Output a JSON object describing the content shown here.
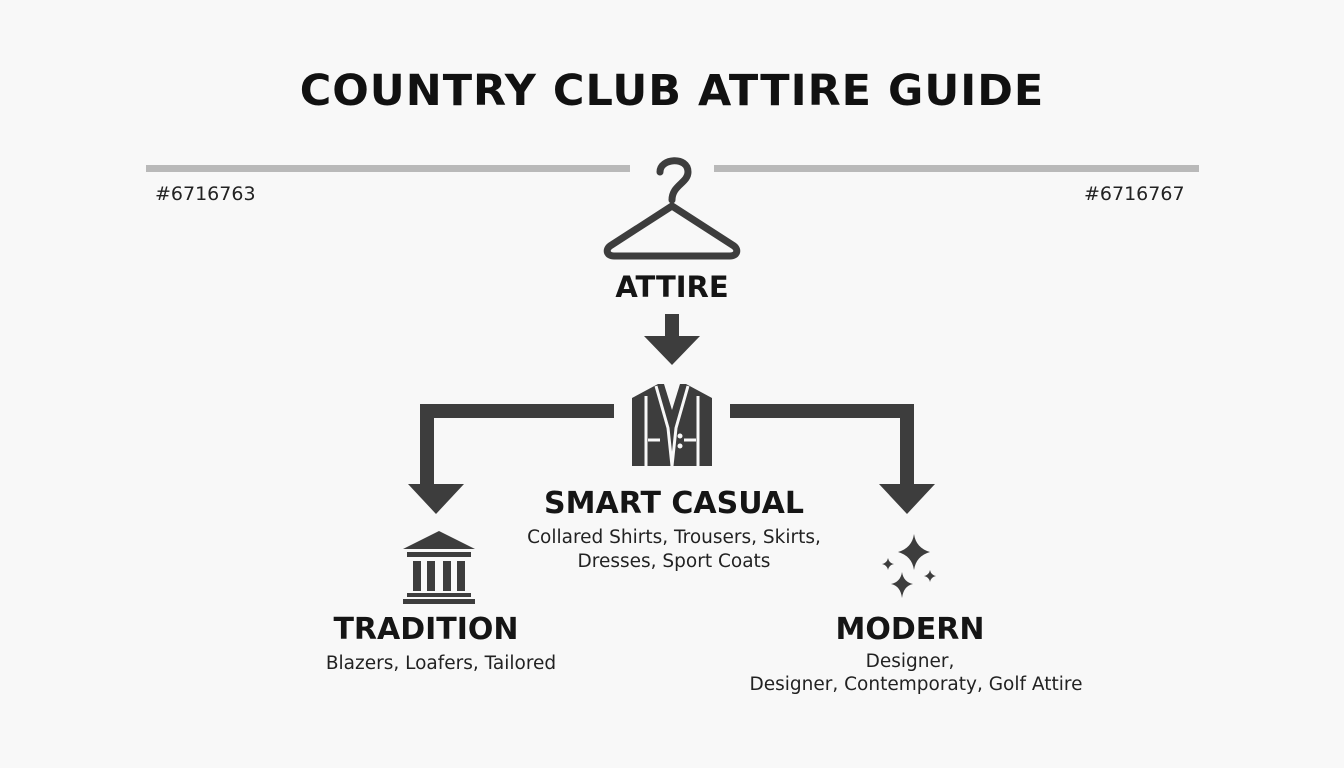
{
  "header": {
    "title": "COUNTRY CLUB ATTIRE GUIDE",
    "code_left": "#6716763",
    "code_right": "#6716767"
  },
  "colors": {
    "icon": "#3d3d3d",
    "divider": "#b9b9b9",
    "text": "#141414"
  },
  "root": {
    "label": "ATTIRE",
    "icon": "hanger-icon"
  },
  "center": {
    "label": "SMART CASUAL",
    "icon": "blazer-icon",
    "desc_line1": "Collared Shirts, Trousers, Skirts,",
    "desc_line2": "Dresses, Sport Coats"
  },
  "left": {
    "label": "TRADITION",
    "icon": "building-icon",
    "desc_line1": "Blazers, Loafers, Tailored"
  },
  "right": {
    "label": "MODERN",
    "icon": "sparkles-icon",
    "desc_line1": "Designer,",
    "desc_line2": "Designer, Contemporaty, Golf Attire"
  }
}
